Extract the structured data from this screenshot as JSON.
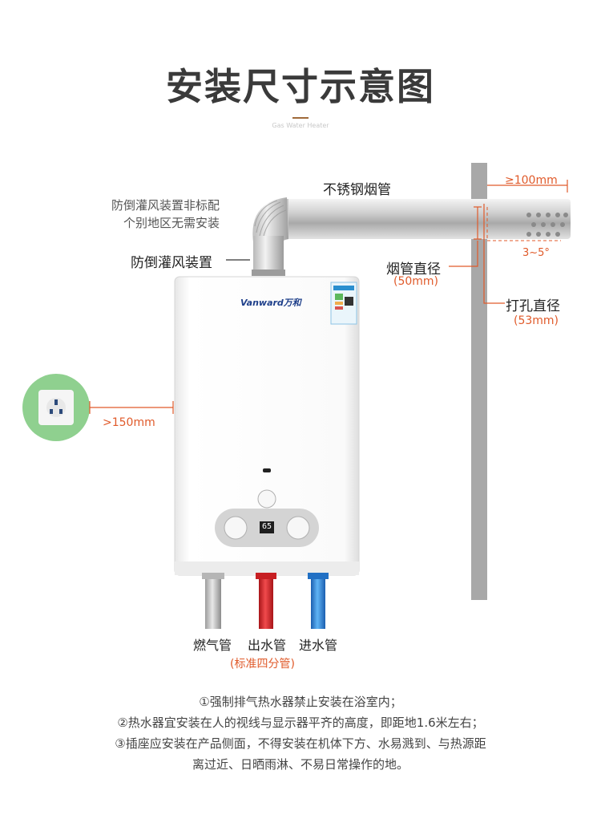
{
  "header": {
    "title": "安装尺寸示意图",
    "subtitle": "Gas Water Heater"
  },
  "labels": {
    "flue_pipe": "不锈钢烟管",
    "wall_distance": "≥100mm",
    "angle": "3~5°",
    "anti_backdraft_note_line1": "防倒灌风装置非标配",
    "anti_backdraft_note_line2": "个别地区无需安装",
    "anti_backdraft": "防倒灌风装置",
    "pipe_diameter": "烟管直径",
    "pipe_diameter_value": "(50mm)",
    "hole_diameter": "打孔直径",
    "hole_diameter_value": "(53mm)",
    "socket_distance": ">150mm",
    "gas_pipe": "燃气管",
    "outlet_pipe": "出水管",
    "inlet_pipe": "进水管",
    "pipe_standard": "(标准四分管)"
  },
  "product": {
    "brand": "Vanward万和",
    "display_value": "65"
  },
  "notes": [
    "①强制排气热水器禁止安装在浴室内；",
    "②热水器宜安装在人的视线与显示器平齐的高度，即距地1.6米左右；",
    "③插座应安装在产品侧面，不得安装在机体下方、水易溅到、与热源距",
    "离过近、日晒雨淋、不易日常操作的地。"
  ],
  "colors": {
    "accent_orange": "#e05a2a",
    "socket_green": "#8fd08f",
    "hot_pipe": "#d8282b",
    "cold_pipe": "#2f8fe0",
    "wall": "#a8a8a8"
  }
}
